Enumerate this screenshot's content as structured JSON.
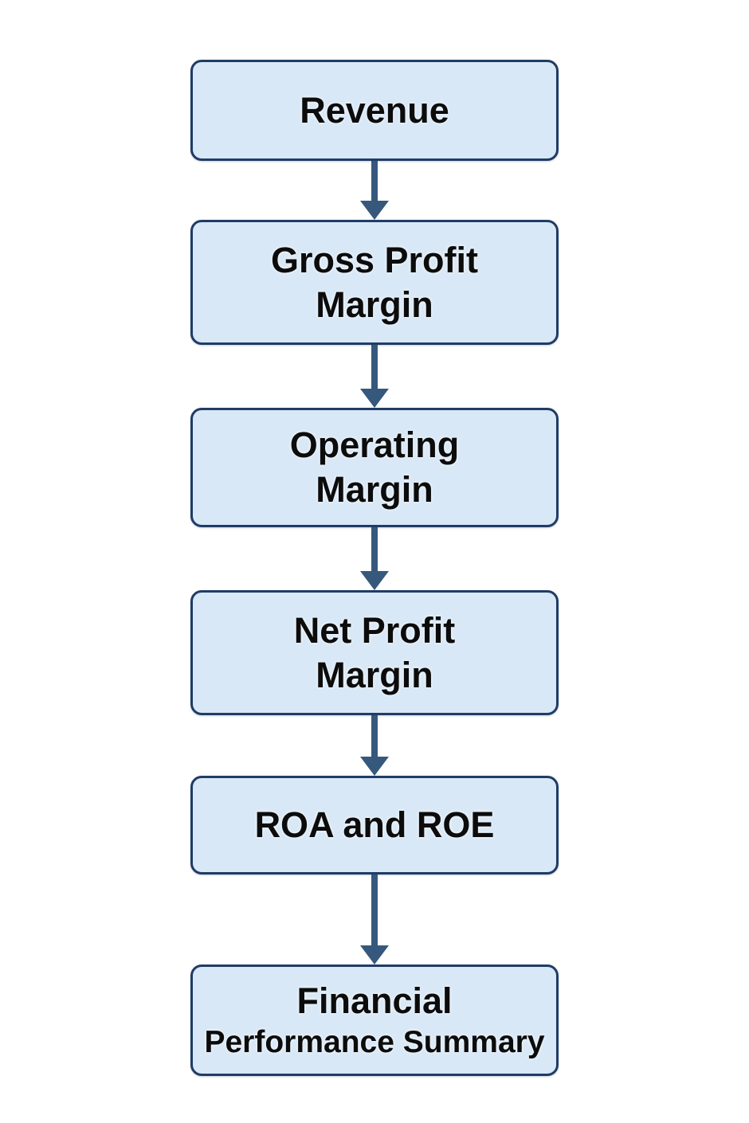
{
  "diagram": {
    "type": "flowchart",
    "direction": "top-down",
    "nodes": [
      {
        "id": "revenue",
        "lines": [
          "Revenue"
        ]
      },
      {
        "id": "gross-profit-margin",
        "lines": [
          "Gross Profit",
          "Margin"
        ]
      },
      {
        "id": "operating-margin",
        "lines": [
          "Operating",
          "Margin"
        ]
      },
      {
        "id": "net-profit-margin",
        "lines": [
          "Net Profit",
          "Margin"
        ]
      },
      {
        "id": "roa-and-roe",
        "lines": [
          "ROA and ROE"
        ]
      },
      {
        "id": "financial-performance-summary",
        "lines": [
          "Financial",
          "Performance Summary"
        ]
      }
    ],
    "edges": [
      {
        "from": "revenue",
        "to": "gross-profit-margin"
      },
      {
        "from": "gross-profit-margin",
        "to": "operating-margin"
      },
      {
        "from": "operating-margin",
        "to": "net-profit-margin"
      },
      {
        "from": "net-profit-margin",
        "to": "roa-and-roe"
      },
      {
        "from": "roa-and-roe",
        "to": "financial-performance-summary"
      }
    ]
  },
  "colors": {
    "background": "#ffffff",
    "box_fill": "#d9e8f6",
    "box_border": "#1f3c66",
    "arrow": "#36587c",
    "text": "#0c0c0c"
  }
}
